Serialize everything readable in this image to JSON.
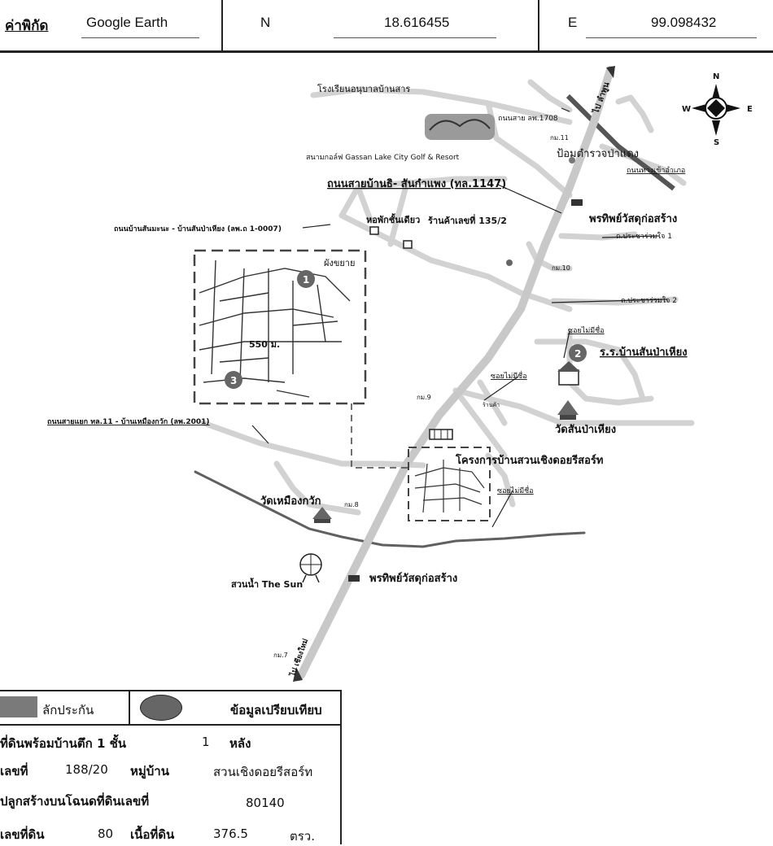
{
  "header": {
    "coord_label": "ค่าพิกัด",
    "source": "Google Earth",
    "n_label": "N",
    "n_value": "18.616455",
    "e_label": "E",
    "e_value": "99.098432"
  },
  "compass": {
    "n": "N",
    "s": "S",
    "e": "E",
    "w": "W"
  },
  "map_labels": {
    "kindergarten": "โรงเรียนอนุบาลบ้านสาร",
    "road_1708": "ถนนสาย ลพ.1708",
    "to_lamphun": "ไป ลำพูน",
    "golf": "สนามกอล์ฟ Gassan Lake City Golf & Resort",
    "km11": "กม.11",
    "police": "ป้อมตำรวจป่าแดง",
    "road_entrance": "ถนนทางเข้าอำเภอ",
    "road_1147": "ถนนสายบ้านธิ- สันกำแพง (ทล.1147)",
    "temple_store_1": "พรทิพย์วัสดุก่อสร้าง",
    "dorm": "หอพักชั้นเดียว",
    "shop": "ร้านค้าเลขที่ 135/2",
    "road_1_0007": "ถนนบ้านสันมะนะ - บ้านสันป่าเหียง (ลพ.ถ 1-0007)",
    "soi_prachaluamjai_1": "ถ.ประชาร่วมใจ 1",
    "km10": "กม.10",
    "zoom": "ผังขยาย",
    "soi_prachaluamjai_2": "ถ.ประชาร่วมใจ 2",
    "distance": "550 ม.",
    "soi_noname_1": "ซอยไม่มีชื่อ",
    "school": "ร.ร.บ้านสันป่าเหียง",
    "soi_noname_2": "ซอยไม่มีชื่อ",
    "road_2001": "ถนนสายแยก ทล.11 - บ้านเหมืองกวัก (ลพ.2001)",
    "km9": "กม.9",
    "shop_small": "ร้านค้า",
    "temple_san_pa_hiang": "วัดสันป่าเหียง",
    "project": "โครงการบ้านสวนเชิงดอยรีสอร์ท",
    "temple_muang_kwak": "วัดเหมืองกวัก",
    "km8": "กม.8",
    "soi_noname_3": "ซอยไม่มีชื่อ",
    "water_park": "สวนน้ำ The Sun",
    "temple_store_2": "พรทิพย์วัสดุก่อสร้าง",
    "km7": "กม.7",
    "to_chiangmai": "ไป เชียงใหม่",
    "marker_1": "1",
    "marker_2": "2",
    "marker_3": "3"
  },
  "colors": {
    "road_major": "#c8c8c8",
    "road_dark": "#555555",
    "road_light": "#d2d2d2"
  },
  "legend": {
    "collateral": "ลักประกัน",
    "comparison": "ข้อมูลเปรียบเทียบ"
  },
  "details": {
    "type_label": "ที่ดินพร้อมบ้านตึก 1 ชั้น",
    "count": "1",
    "unit": "หลัง",
    "house_no_label": "เลขที่",
    "house_no": "188/20",
    "village_label": "หมู่บ้าน",
    "village": "สวนเชิงดอยรีสอร์ท",
    "deed_label": "ปลูกสร้างบนโฉนดที่ดินเลขที่",
    "deed_no": "80140",
    "lot_label": "เลขที่ดิน",
    "lot_no": "80",
    "area_label": "เนื้อที่ดิน",
    "area": "376.5",
    "area_unit": "ตรว."
  }
}
